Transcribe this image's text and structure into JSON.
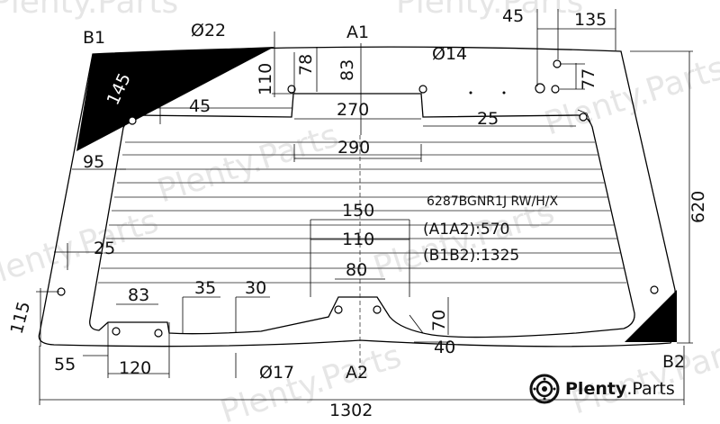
{
  "part_code": "6287BGNR1J RW/H/X",
  "info_lines": [
    "(A1A2):570",
    "(B1B2):1325"
  ],
  "corner_labels": {
    "a1": "A1",
    "a2": "A2",
    "b1": "B1",
    "b2": "B2"
  },
  "dimensions": {
    "hole_diameter_large": "Ø22",
    "hole_diameter_top": "Ø14",
    "hole_diameter_bottom": "Ø17",
    "top_right_45": "45",
    "top_right_135": "135",
    "top_right_77": "77",
    "top_110": "110",
    "top_78": "78",
    "top_83": "83",
    "corner_145": "145",
    "left_45": "45",
    "center_270": "270",
    "right_25": "25",
    "heater_290": "290",
    "left_95": "95",
    "height_620": "620",
    "center_150": "150",
    "center_110": "110",
    "left_25": "25",
    "center_80": "80",
    "left_115": "115",
    "bottom_83": "83",
    "bottom_35": "35",
    "bottom_30": "30",
    "bottom_70": "70",
    "bottom_40": "40",
    "bottom_55": "55",
    "bottom_120": "120",
    "overall_width": "1302"
  },
  "brand": {
    "name": "Plenty",
    "tld": ".Parts",
    "watermark": "Plenty.Parts"
  }
}
